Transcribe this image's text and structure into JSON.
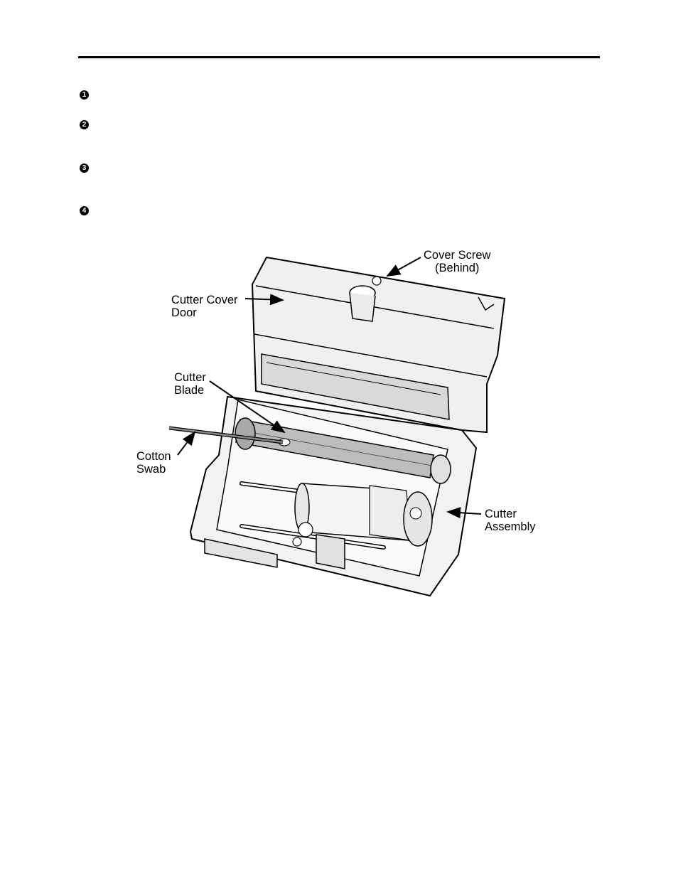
{
  "steps": [
    {
      "marker": "1"
    },
    {
      "marker": "2"
    },
    {
      "marker": "3"
    },
    {
      "marker": "4"
    }
  ],
  "figure": {
    "labels": {
      "cover_screw": [
        "Cover Screw",
        "(Behind)"
      ],
      "cutter_cover_door": [
        "Cutter Cover",
        "Door"
      ],
      "cutter_blade": [
        "Cutter",
        "Blade"
      ],
      "cotton_swab": [
        "Cotton",
        "Swab"
      ],
      "cutter_assembly": [
        "Cutter",
        "Assembly"
      ]
    }
  }
}
